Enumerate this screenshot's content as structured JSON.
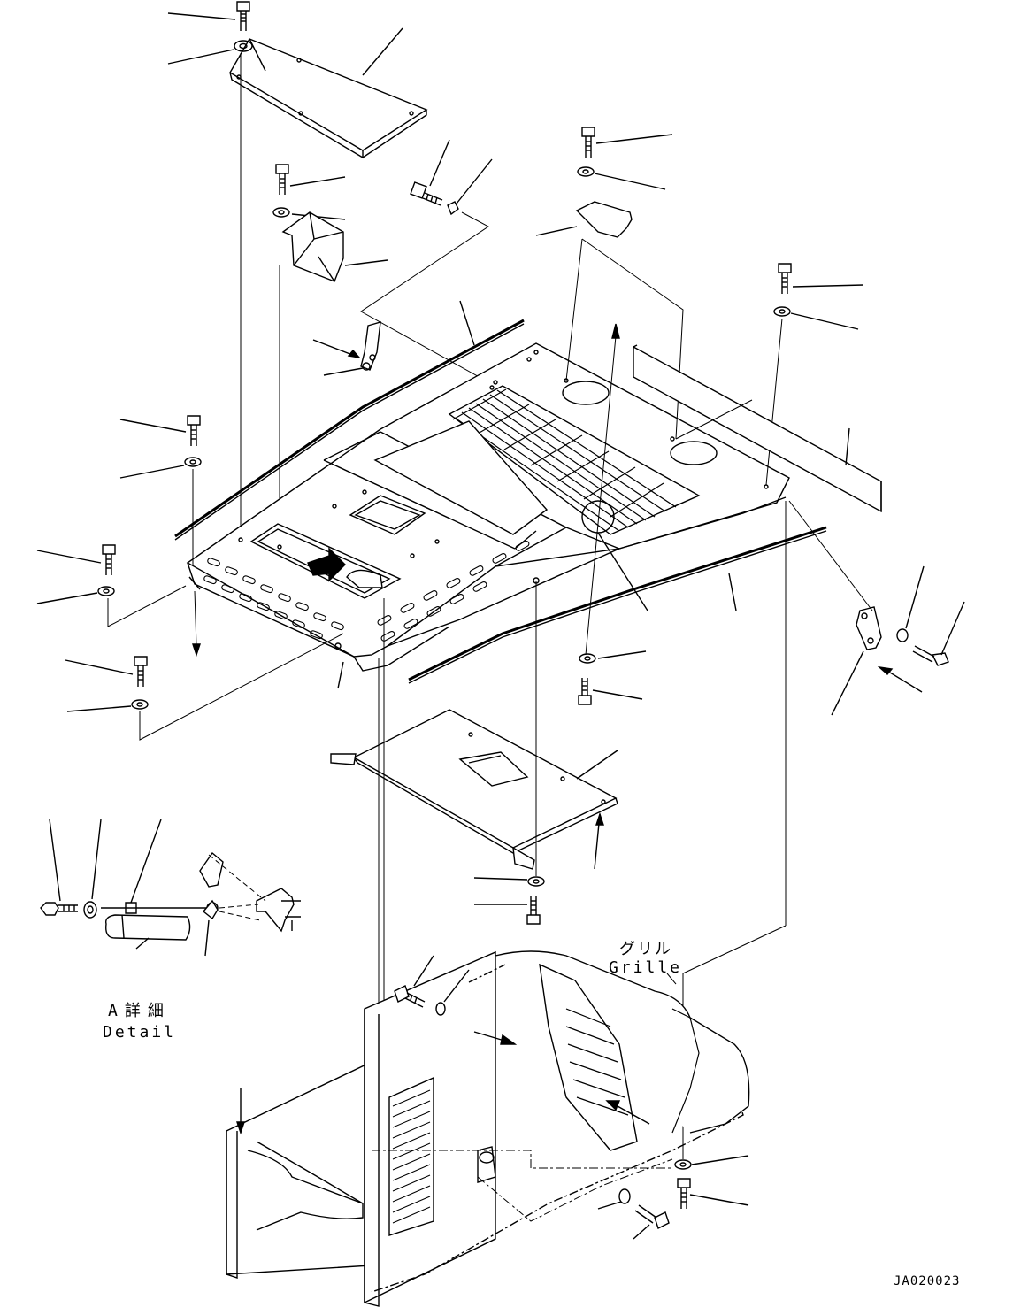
{
  "labels": {
    "grille_ja": "グリル",
    "grille_en": "Grille",
    "detail_ja": "A詳細",
    "detail_en": "Detail",
    "drawing_number": "JA020023"
  },
  "colors": {
    "line": "#000000",
    "background": "#ffffff"
  }
}
